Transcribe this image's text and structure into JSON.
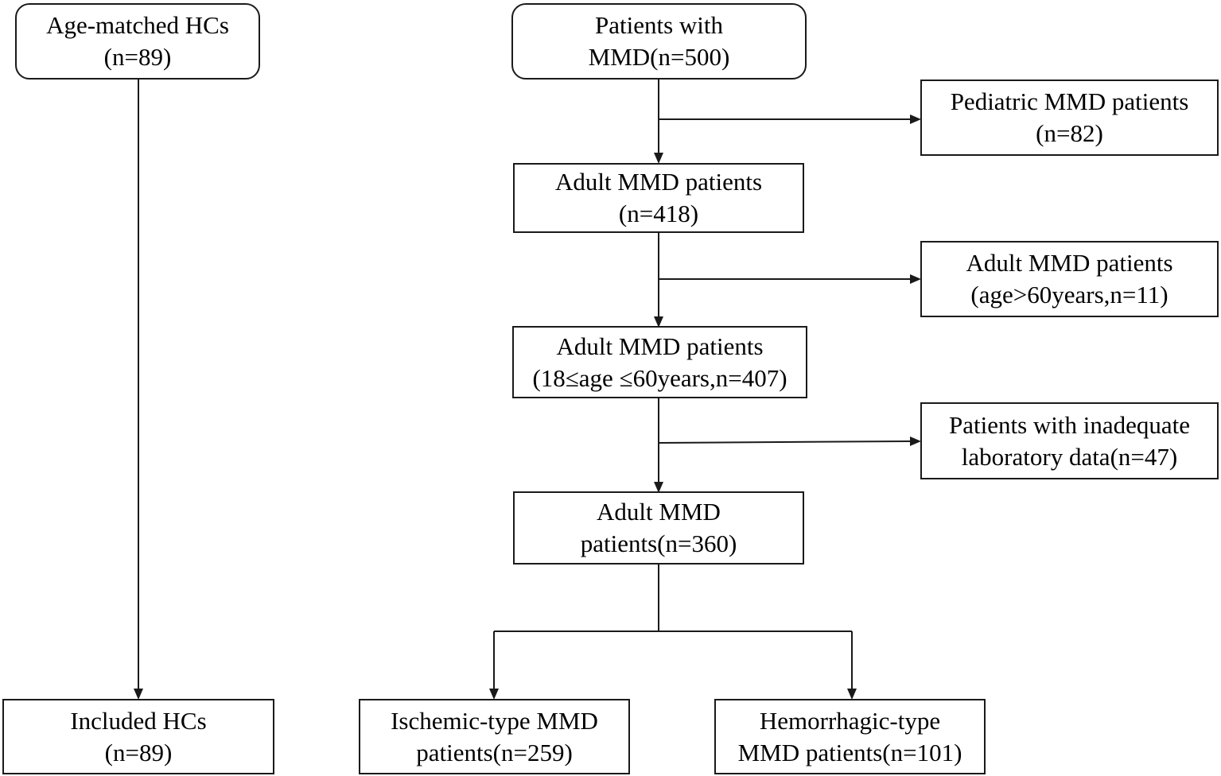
{
  "colors": {
    "line": "#1a1a1a",
    "background": "#ffffff"
  },
  "boxes": {
    "hc_start": {
      "line1": "Age-matched HCs",
      "line2": "(n=89)"
    },
    "mmd_start": {
      "line1": "Patients with",
      "line2": "MMD(n=500)"
    },
    "pediatric": {
      "line1": "Pediatric MMD patients",
      "line2": "(n=82)"
    },
    "adult_all": {
      "line1": "Adult MMD patients",
      "line2": "(n=418)"
    },
    "adult_over60": {
      "line1": "Adult MMD patients",
      "line2": "(age>60years,n=11)"
    },
    "adult_18_60": {
      "line1": "Adult MMD patients",
      "line2": "(18≤age ≤60years,n=407)"
    },
    "inadequate_lab": {
      "line1": "Patients with inadequate",
      "line2": "laboratory data(n=47)"
    },
    "adult_final": {
      "line1": "Adult MMD",
      "line2": "patients(n=360)"
    },
    "included_hc": {
      "line1": "Included HCs",
      "line2": "(n=89)"
    },
    "ischemic": {
      "line1": "Ischemic-type MMD",
      "line2": "patients(n=259)"
    },
    "hemorrhagic": {
      "line1": "Hemorrhagic-type",
      "line2": "MMD patients(n=101)"
    }
  }
}
